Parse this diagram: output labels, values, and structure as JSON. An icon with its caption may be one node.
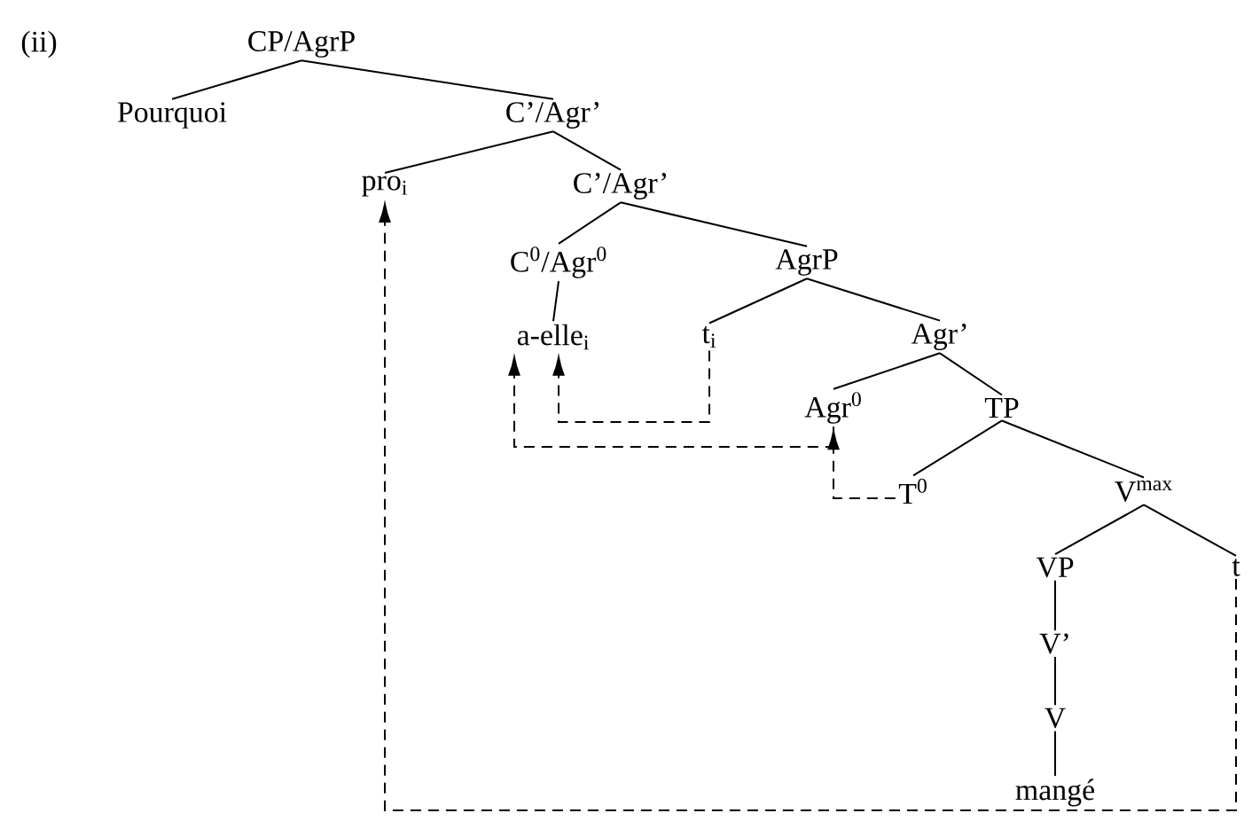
{
  "diagram": {
    "nodes": [
      {
        "text": [
          "CP/AgrP"
        ]
      },
      {
        "text": [
          "Pourquoi"
        ]
      },
      {
        "text": [
          "C’/Agr’"
        ]
      },
      {
        "text": [
          "pro$_{i}$"
        ]
      },
      {
        "text": [
          "C’/Agr’"
        ]
      },
      {
        "text": [
          "C$^{0}$/Agr$^{0}$"
        ]
      },
      {
        "text": [
          "AgrP"
        ]
      },
      {
        "text": [
          "a-elle$_{i}$"
        ]
      },
      {
        "text": [
          "t$_{i}$"
        ]
      },
      {
        "text": [
          "Agr’"
        ]
      },
      {
        "text": [
          "Agr$^{0}$"
        ]
      },
      {
        "text": [
          "TP"
        ]
      },
      {
        "text": [
          "T$^{0}$"
        ]
      },
      {
        "text": [
          "V$^{max}$"
        ]
      },
      {
        "text": [
          "VP"
        ]
      },
      {
        "text": [
          "t"
        ]
      },
      {
        "text": [
          "V’"
        ]
      },
      {
        "text": [
          "V"
        ]
      },
      {
        "text": [
          "mangé"
        ]
      }
    ],
    "edges": [
      {
        "from": 0,
        "to": 1,
        "arrow": "none"
      },
      {
        "from": 0,
        "to": 2,
        "arrow": "none"
      },
      {
        "from": 2,
        "to": 3,
        "arrow": "none"
      },
      {
        "from": 2,
        "to": 4,
        "arrow": "none"
      },
      {
        "from": 4,
        "to": 5,
        "arrow": "none"
      },
      {
        "from": 4,
        "to": 6,
        "arrow": "none"
      },
      {
        "from": 5,
        "to": 7,
        "arrow": "none"
      },
      {
        "from": 6,
        "to": 8,
        "arrow": "none"
      },
      {
        "from": 6,
        "to": 9,
        "arrow": "none"
      },
      {
        "from": 9,
        "to": 10,
        "arrow": "none"
      },
      {
        "from": 9,
        "to": 11,
        "arrow": "none"
      },
      {
        "from": 11,
        "to": 12,
        "arrow": "none"
      },
      {
        "from": 11,
        "to": 13,
        "arrow": "none"
      },
      {
        "from": 13,
        "to": 14,
        "arrow": "none"
      },
      {
        "from": 13,
        "to": 15,
        "arrow": "none"
      },
      {
        "from": 14,
        "to": 16,
        "arrow": "none"
      },
      {
        "from": 16,
        "to": 17,
        "arrow": "none"
      },
      {
        "from": 17,
        "to": 18,
        "arrow": "none"
      },
      {
        "from": 15,
        "to": 3,
        "arrow": "to",
        "style": "dashed"
      },
      {
        "from": 8,
        "to": 7,
        "arrow": "to",
        "style": "dashed"
      },
      {
        "from": 10,
        "to": 7,
        "arrow": "to",
        "style": "dashed"
      },
      {
        "from": 12,
        "to": 10,
        "arrow": "to",
        "style": "dashed"
      }
    ],
    "labels": [
      "(ii)"
    ]
  }
}
